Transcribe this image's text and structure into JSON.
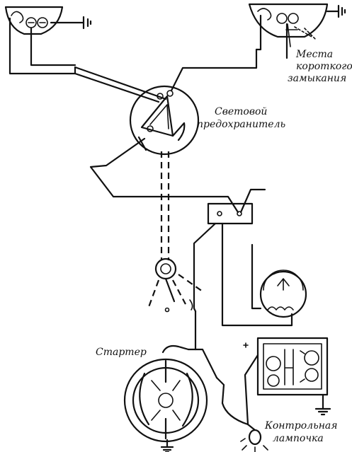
{
  "labels": {
    "short_circuit_places": [
      "Места",
      "короткого",
      "замыкания"
    ],
    "light_fuse": [
      "Световой",
      "предохранитель"
    ],
    "starter": "Стартер",
    "control_lamp": [
      "Контрольная",
      "лампочка"
    ]
  },
  "icons": {
    "ground": "ground-icon",
    "lamp": "lamp-icon"
  },
  "colors": {
    "ink": "#111111",
    "paper": "#ffffff"
  }
}
